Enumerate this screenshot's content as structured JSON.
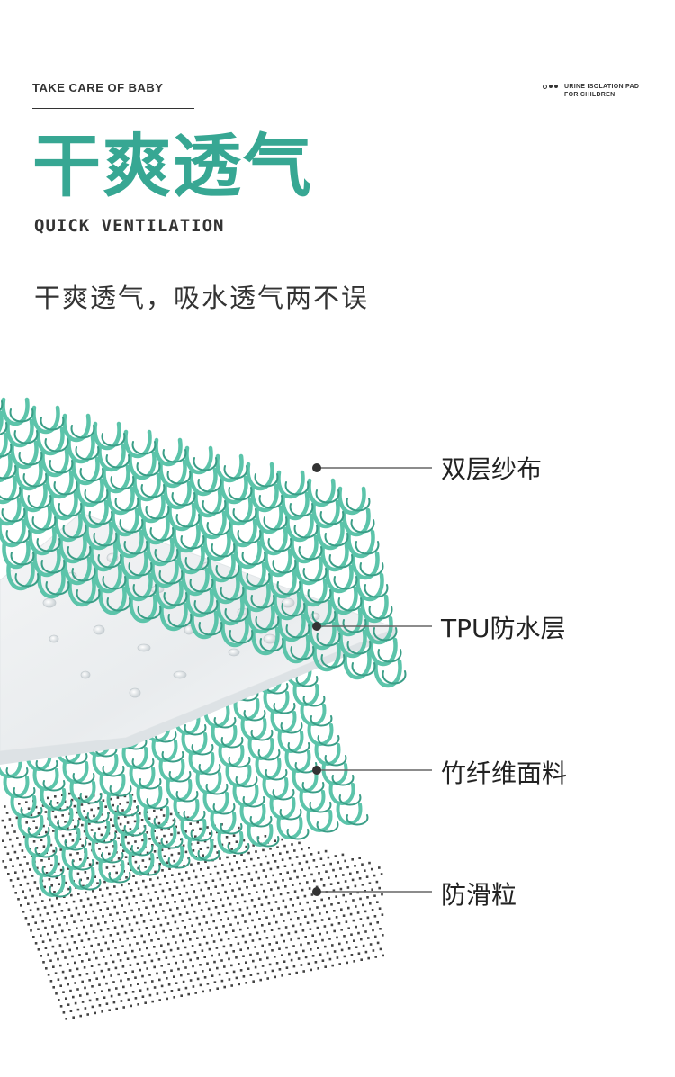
{
  "header": {
    "tagline": "TAKE CARE OF BABY",
    "corner_text": "URINE ISOLATION PAD FOR CHILDREN"
  },
  "hero": {
    "title": "干爽透气",
    "subtitle": "QUICK VENTILATION",
    "description": "干爽透气，吸水透气两不误"
  },
  "layers": [
    {
      "label": "双层纱布"
    },
    {
      "label": "TPU防水层"
    },
    {
      "label": "竹纤维面料"
    },
    {
      "label": "防滑粒"
    }
  ],
  "colors": {
    "accent": "#37a793",
    "yarn": "#5cc4aa",
    "text": "#333333"
  }
}
